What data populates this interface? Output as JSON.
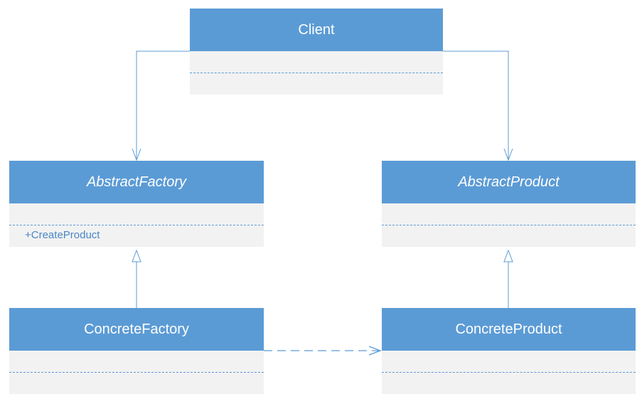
{
  "colors": {
    "header_fill": "#5b9bd5",
    "body_fill": "#f2f2f2",
    "line": "#5b9bd5",
    "operation_text": "#4a86c5"
  },
  "classes": {
    "client": {
      "name": "Client",
      "italic": false
    },
    "abstract_factory": {
      "name": "AbstractFactory",
      "italic": true,
      "operations": [
        "+CreateProduct"
      ]
    },
    "abstract_product": {
      "name": "AbstractProduct",
      "italic": true
    },
    "concrete_factory": {
      "name": "ConcreteFactory",
      "italic": false
    },
    "concrete_product": {
      "name": "ConcreteProduct",
      "italic": false
    }
  },
  "relations": [
    {
      "from": "client",
      "to": "abstract_factory",
      "kind": "association"
    },
    {
      "from": "client",
      "to": "abstract_product",
      "kind": "association"
    },
    {
      "from": "concrete_factory",
      "to": "abstract_factory",
      "kind": "inheritance"
    },
    {
      "from": "concrete_product",
      "to": "abstract_product",
      "kind": "inheritance"
    },
    {
      "from": "concrete_factory",
      "to": "concrete_product",
      "kind": "dependency"
    }
  ]
}
